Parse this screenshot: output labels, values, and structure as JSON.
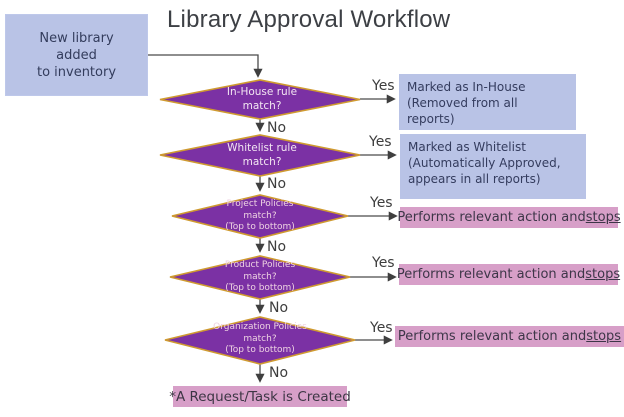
{
  "title": "Library Approval Workflow",
  "colors": {
    "diamond_fill": "#7b31a4",
    "diamond_border": "#cf9a30",
    "blue_box": "#b9c3e6",
    "pink_box": "#d79fc8",
    "connector": "#4a4a4a",
    "title_text": "#3d4045",
    "diamond_text": "#f3e6f2"
  },
  "start_box": {
    "lines": [
      "New library",
      "added",
      "to inventory"
    ]
  },
  "decisions": [
    {
      "lines": [
        "In-House rule",
        "match?"
      ],
      "yes_label": "Yes",
      "no_label": "No"
    },
    {
      "lines": [
        "Whitelist rule",
        "match?"
      ],
      "yes_label": "Yes",
      "no_label": "No"
    },
    {
      "lines": [
        "Project Policies",
        "match?",
        "(Top to bottom)"
      ],
      "yes_label": "Yes",
      "no_label": "No"
    },
    {
      "lines": [
        "Product Policies",
        "match?",
        "(Top to bottom)"
      ],
      "yes_label": "Yes",
      "no_label": "No"
    },
    {
      "lines": [
        "Organization Policies",
        "match?",
        "(Top to bottom)"
      ],
      "yes_label": "Yes",
      "no_label": "No"
    }
  ],
  "outcomes": [
    {
      "lines": [
        "Marked as In-House",
        "(Removed from all reports)"
      ]
    },
    {
      "lines": [
        "Marked as Whitelist",
        "(Automatically Approved,",
        "appears in all reports)"
      ]
    },
    {
      "prefix": "Performs relevant action and ",
      "underlined": "stops"
    },
    {
      "prefix": "Performs relevant action and ",
      "underlined": "stops"
    },
    {
      "prefix": "Performs relevant action and ",
      "underlined": "stops"
    }
  ],
  "end_box": {
    "label": "*A Request/Task is Created"
  }
}
